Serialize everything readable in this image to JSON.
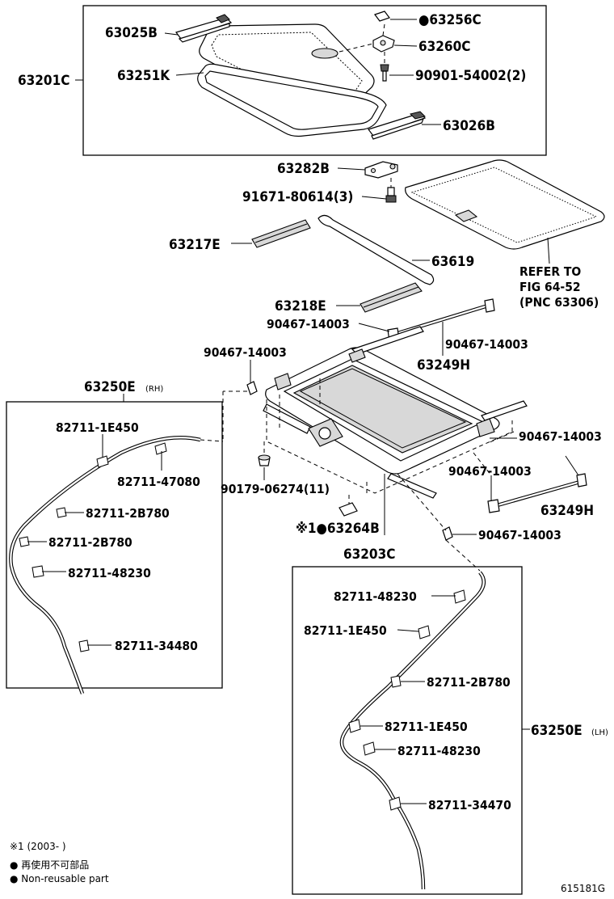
{
  "labels": {
    "p63025B": "63025B",
    "p63201C": "63201C",
    "p63251K": "63251K",
    "p63256C": "●63256C",
    "p63260C": "63260C",
    "p90901": "90901-54002(2)",
    "p63026B": "63026B",
    "p63282B": "63282B",
    "p91671": "91671-80614(3)",
    "p63217E": "63217E",
    "p63619": "63619",
    "refer1": "REFER TO",
    "refer2": "FIG 64-52",
    "refer3": "(PNC 63306)",
    "p63218E": "63218E",
    "p90467a": "90467-14003",
    "p90467b": "90467-14003",
    "p63249H_top": "63249H",
    "p90467c": "90467-14003",
    "p63250E_rh": "63250E",
    "rh_suffix": "(RH)",
    "p90467d": "90467-14003",
    "p90467e": "90467-14003",
    "p63249H_bot": "63249H",
    "p90179": "90179-06274(11)",
    "p63264B": "※1●63264B",
    "p63203C": "63203C",
    "p90467f": "90467-14003",
    "p63250E_lh": "63250E",
    "lh_suffix": "(LH)"
  },
  "rh_box": {
    "clips": [
      "82711-1E450",
      "82711-47080",
      "82711-2B780",
      "82711-2B780",
      "82711-48230",
      "82711-34480"
    ]
  },
  "lh_box": {
    "clips": [
      "82711-48230",
      "82711-1E450",
      "82711-2B780",
      "82711-1E450",
      "82711-48230",
      "82711-34470"
    ]
  },
  "notes": {
    "note1": "※1 (2003-      )",
    "note2": "● 再使用不可部品",
    "note3": "● Non-reusable part"
  },
  "figure_id": "615181G"
}
